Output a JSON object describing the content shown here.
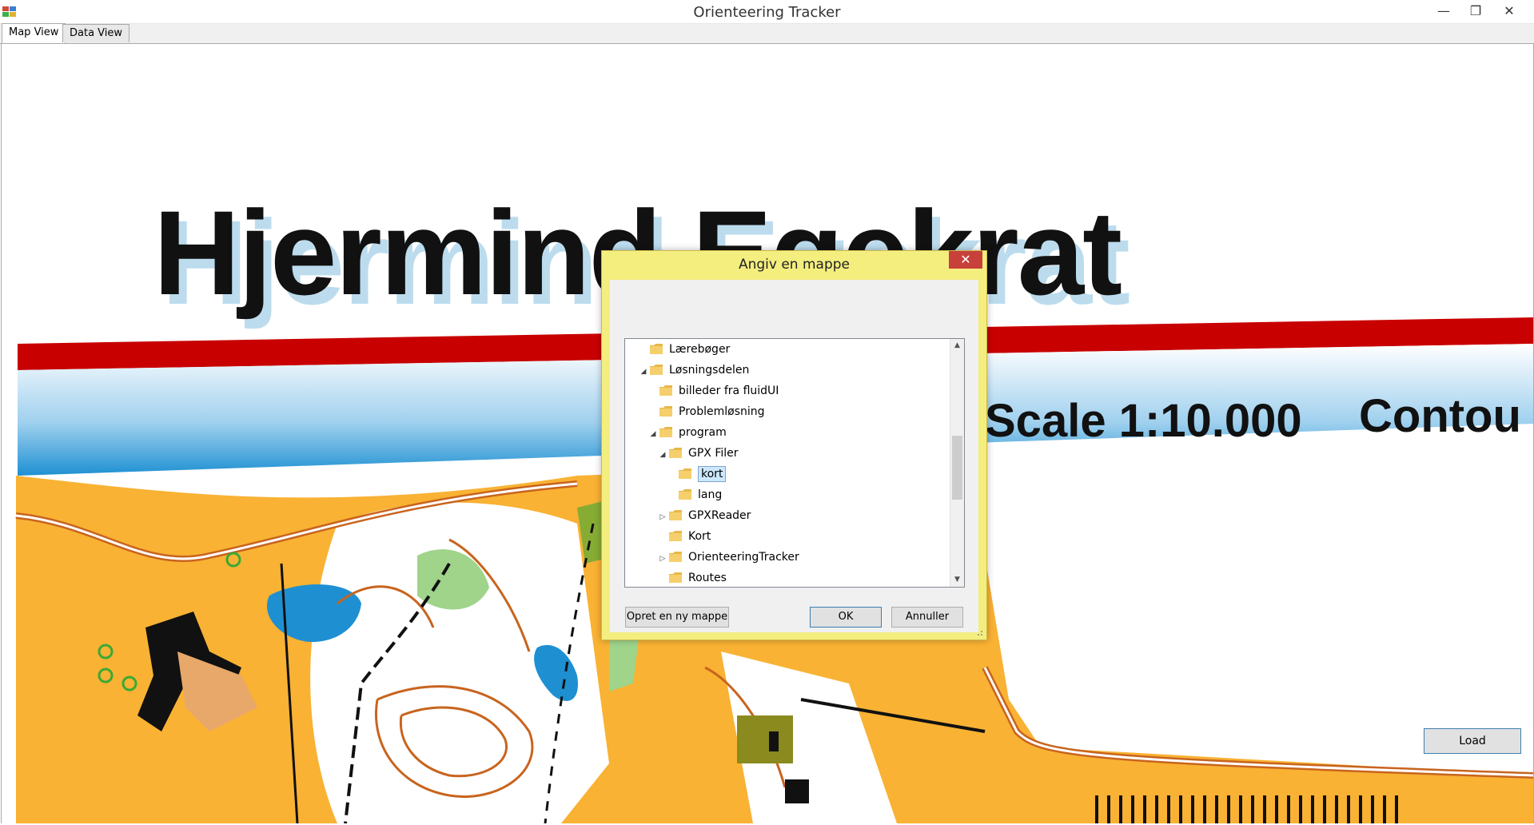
{
  "window": {
    "title": "Orienteering Tracker",
    "minimize_glyph": "—",
    "maximize_glyph": "❐",
    "close_glyph": "✕"
  },
  "tabs": [
    {
      "label": "Map View",
      "active": true
    },
    {
      "label": "Data View",
      "active": false
    }
  ],
  "map": {
    "title": "Hjermind Egekrat",
    "scale_text": "Scale 1:10.000",
    "contour_text": "Contou"
  },
  "load_button": {
    "label": "Load"
  },
  "dialog": {
    "title": "Angiv en mappe",
    "close_glyph": "✕",
    "tree": [
      {
        "label": "Lærebøger",
        "level": 1,
        "expander": "",
        "selected": false
      },
      {
        "label": "Løsningsdelen",
        "level": 1,
        "expander": "◢",
        "selected": false
      },
      {
        "label": "billeder fra fluidUI",
        "level": 2,
        "expander": "",
        "selected": false
      },
      {
        "label": "Problemløsning",
        "level": 2,
        "expander": "",
        "selected": false
      },
      {
        "label": "program",
        "level": 2,
        "expander": "◢",
        "selected": false
      },
      {
        "label": "GPX Filer",
        "level": 3,
        "expander": "◢",
        "selected": false
      },
      {
        "label": "kort",
        "level": 4,
        "expander": "",
        "selected": true
      },
      {
        "label": "lang",
        "level": 4,
        "expander": "",
        "selected": false
      },
      {
        "label": "GPXReader",
        "level": 3,
        "expander": "▷",
        "selected": false
      },
      {
        "label": "Kort",
        "level": 3,
        "expander": "",
        "selected": false
      },
      {
        "label": "OrienteeringTracker",
        "level": 3,
        "expander": "▷",
        "selected": false
      },
      {
        "label": "Routes",
        "level": 3,
        "expander": "",
        "selected": false
      }
    ],
    "new_folder_button": "Opret en ny mappe",
    "ok_button": "OK",
    "cancel_button": "Annuller"
  },
  "colors": {
    "map_orange": "#f9b233",
    "map_red_band": "#c80000",
    "map_blue": "#1e90d2",
    "map_green": "#3aa935",
    "map_brown": "#c8641e",
    "dialog_yellow": "#f4ee7f",
    "close_red": "#c7413a",
    "folder_yellow": "#e8b84a"
  }
}
